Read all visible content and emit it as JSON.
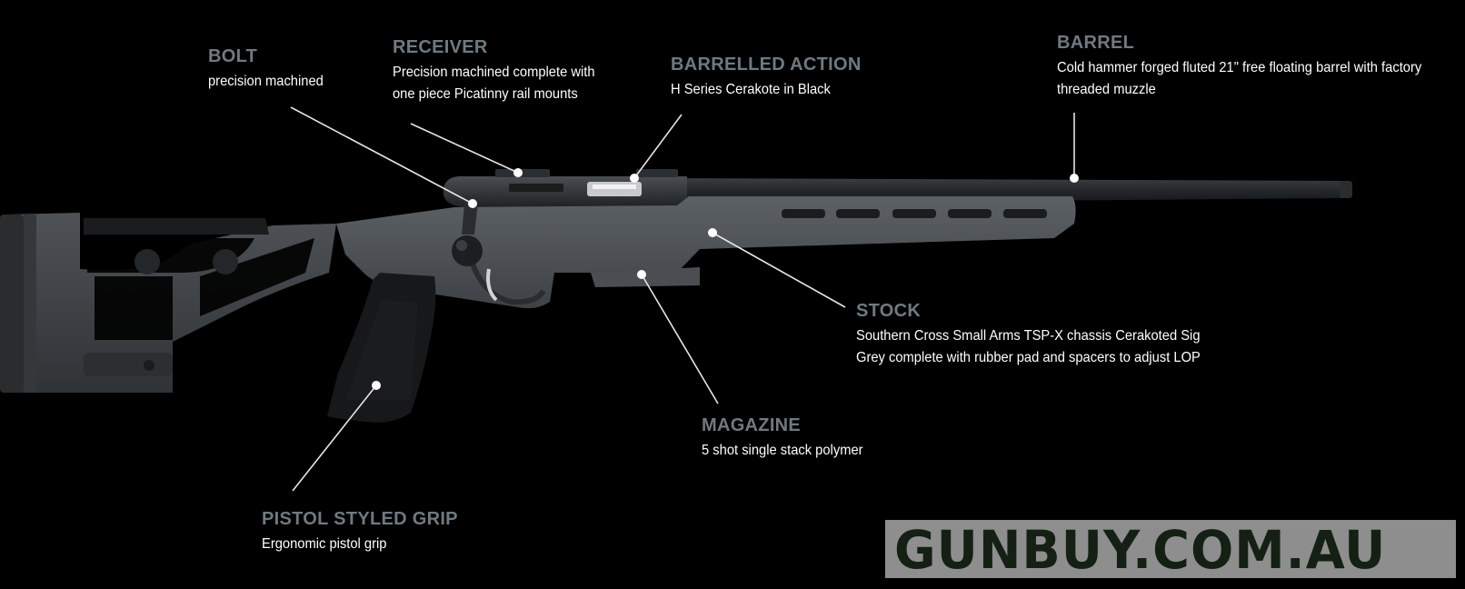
{
  "colors": {
    "background": "#000000",
    "title": "#6f7a80",
    "description": "#ffffff",
    "leader_line": "#e6e6e6",
    "watermark_bg": "#8e8e8e",
    "watermark_text": "#152015"
  },
  "callouts": {
    "bolt": {
      "title": "BOLT",
      "desc": "precision machined"
    },
    "receiver": {
      "title": "RECEIVER",
      "desc": "Precision machined complete with one piece Picatinny rail mounts"
    },
    "barrelled_action": {
      "title": "BARRELLED ACTION",
      "desc": "H Series Cerakote in Black"
    },
    "barrel": {
      "title": "BARREL",
      "desc": "Cold hammer forged fluted 21\" free floating barrel with factory threaded muzzle"
    },
    "stock": {
      "title": "STOCK",
      "desc": "Southern Cross Small Arms TSP-X chassis Cerakoted Sig Grey complete with rubber pad and spacers to adjust LOP"
    },
    "magazine": {
      "title": "MAGAZINE",
      "desc": "5 shot single stack polymer"
    },
    "grip": {
      "title": "PISTOL STYLED GRIP",
      "desc": "Ergonomic pistol grip"
    }
  },
  "watermark": {
    "text": "GUNBUY.COM.AU"
  }
}
